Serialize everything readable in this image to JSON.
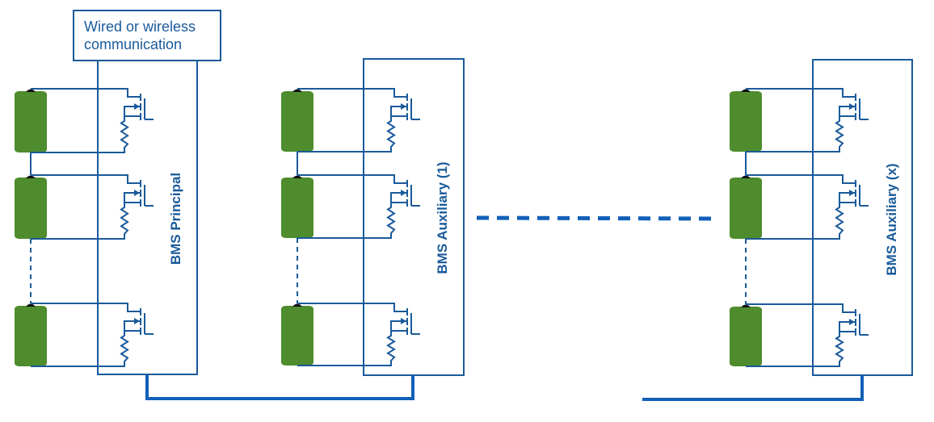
{
  "colors": {
    "wire": "#1a5a9a",
    "bus": "#1260b8",
    "cell": "#4e8c2e",
    "cell_cap": "#111111",
    "background": "#ffffff"
  },
  "communication": {
    "label": "Wired or wireless\ncommunication"
  },
  "modules": [
    {
      "id": "principal",
      "label": "BMS Principal",
      "cells": [
        {
          "index": 1,
          "connection_below": "solid"
        },
        {
          "index": 2,
          "connection_below": "dashed"
        },
        {
          "index": "n",
          "connection_below": "none"
        }
      ],
      "per_cell_components": [
        "mosfet-switch",
        "bleed-resistor"
      ]
    },
    {
      "id": "auxiliary-1",
      "label": "BMS Auxiliary (1)",
      "cells": [
        {
          "index": 1,
          "connection_below": "solid"
        },
        {
          "index": 2,
          "connection_below": "dashed"
        },
        {
          "index": "n",
          "connection_below": "none"
        }
      ],
      "per_cell_components": [
        "mosfet-switch",
        "bleed-resistor"
      ]
    },
    {
      "id": "auxiliary-x",
      "label": "BMS Auxiliary (x)",
      "cells": [
        {
          "index": 1,
          "connection_below": "solid"
        },
        {
          "index": 2,
          "connection_below": "dashed"
        },
        {
          "index": "n",
          "connection_below": "none"
        }
      ],
      "per_cell_components": [
        "mosfet-switch",
        "bleed-resistor"
      ]
    }
  ],
  "continuation": {
    "style": "dashed",
    "meaning": "additional auxiliary modules"
  },
  "bus": {
    "segments": [
      {
        "from": "principal",
        "to": "auxiliary-1"
      },
      {
        "from": "continuation",
        "to": "auxiliary-x"
      }
    ]
  }
}
